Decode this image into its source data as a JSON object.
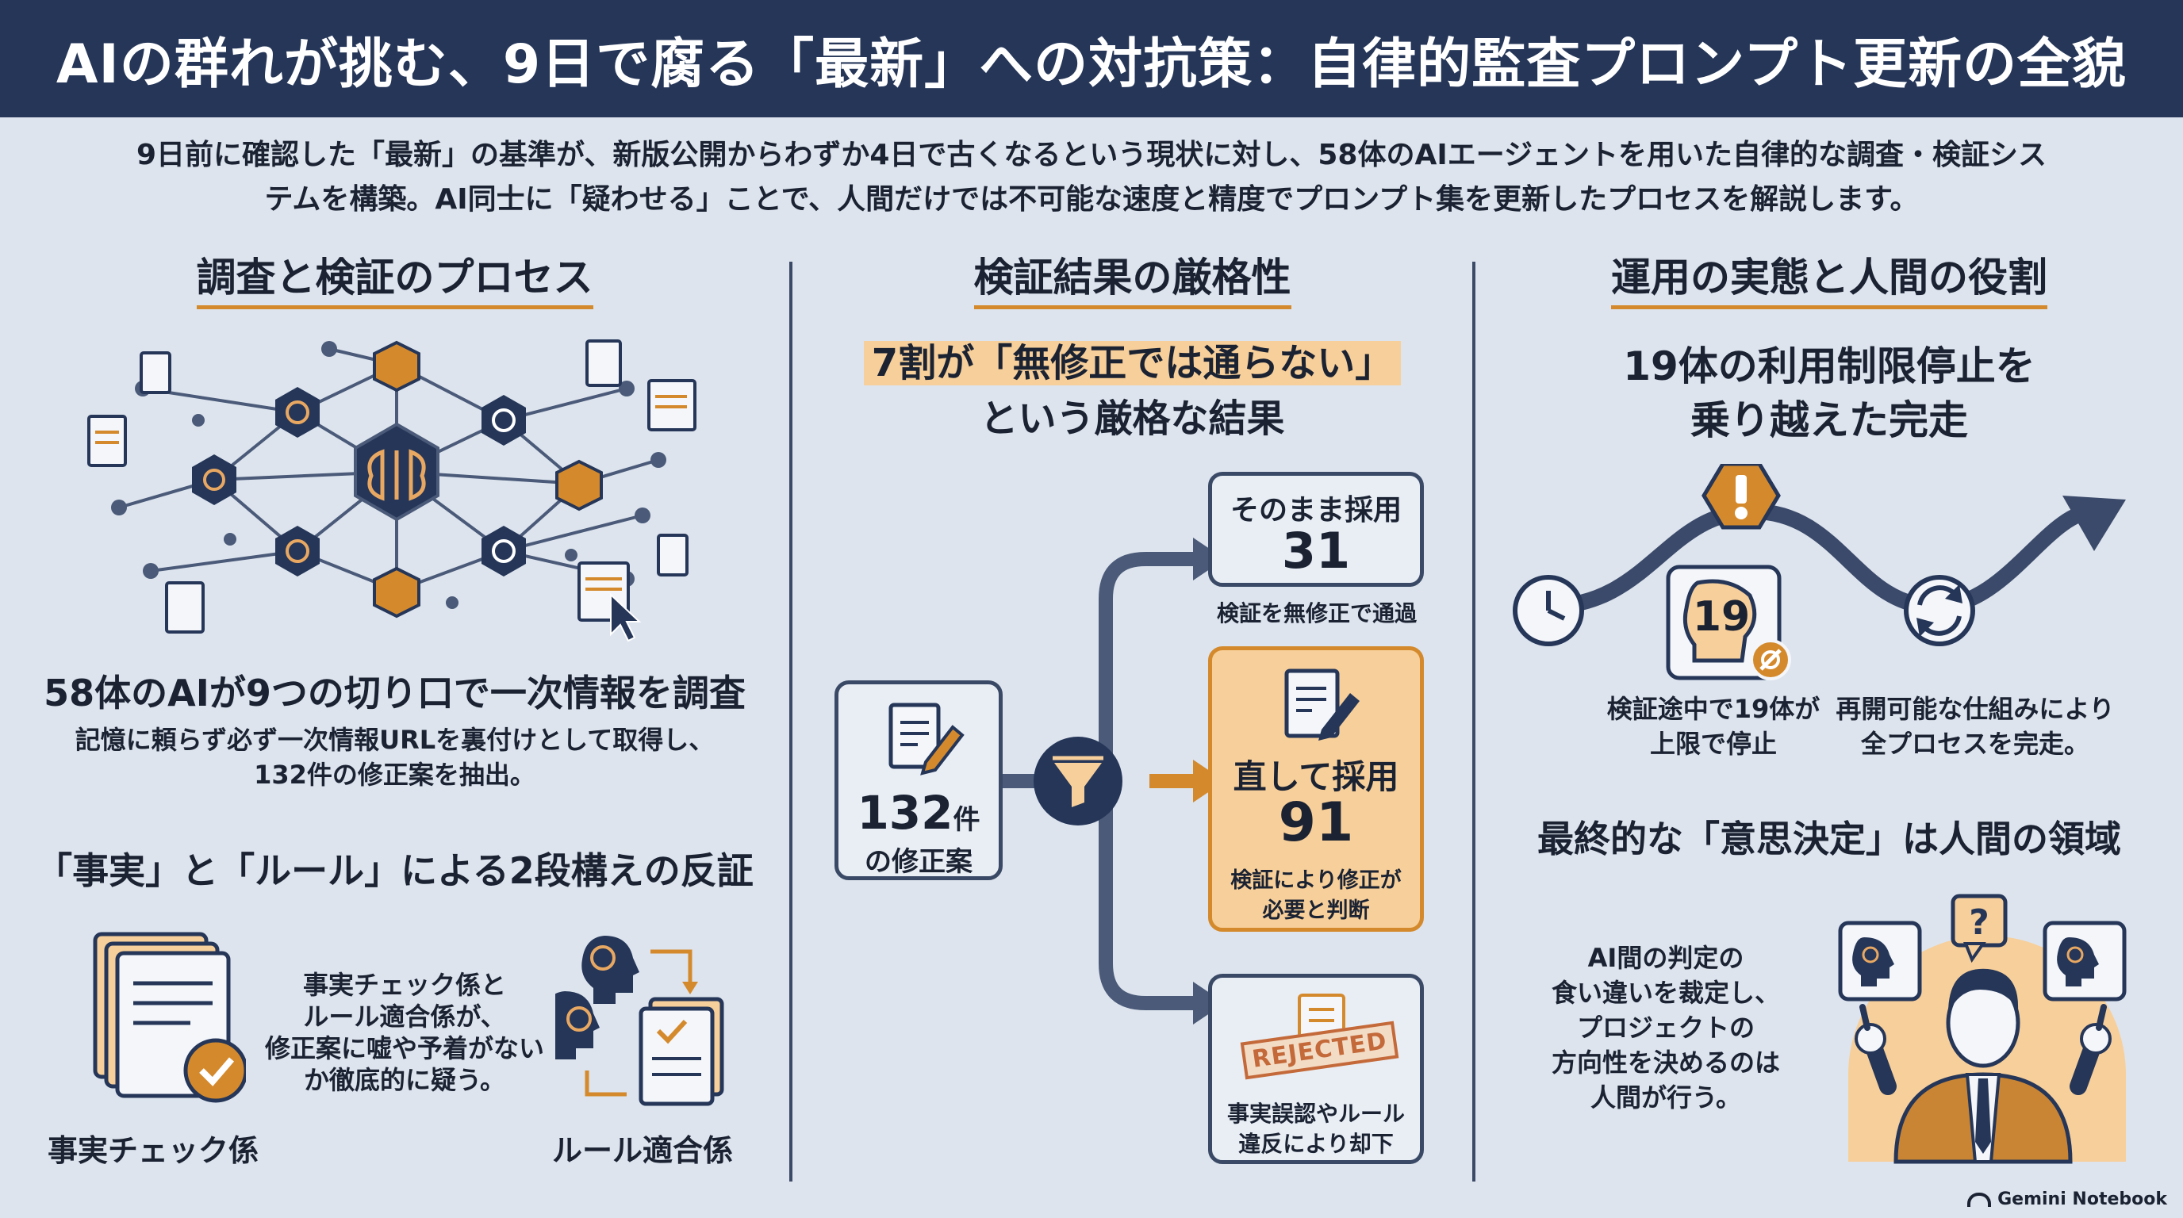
{
  "header": {
    "title": "AIの群れが挑む、9日で腐る「最新」への対抗策：自律的監査プロンプト更新の全貌"
  },
  "intro": {
    "line1": "9日前に確認した「最新」の基準が、新版公開からわずか4日で古くなるという現状に対し、58体のAIエージェントを用いた自律的な調査・検証シス",
    "line2": "テムを構築。AI同士に「疑わせる」ことで、人間だけでは不可能な速度と精度でプロンプト集を更新したプロセスを解説します。"
  },
  "left": {
    "title": "調査と検証のプロセス",
    "headline": "58体のAIが9つの切り口で一次情報を調査",
    "desc1": "記憶に頼らず必ず一次情報URLを裏付けとして取得し、",
    "desc2": "132件の修正案を抽出。",
    "subtitle": "「事実」と「ルール」による2段構えの反証",
    "mid1": "事実チェック係と",
    "mid2": "ルール適合係が、",
    "mid3": "修正案に嘘や予着がない",
    "mid4": "か徹底的に疑う。",
    "fact_label": "事実チェック係",
    "rule_label": "ルール適合係"
  },
  "middle": {
    "title": "検証結果の厳格性",
    "result1": "7割が「無修正では通らない」",
    "result2": "という厳格な結果",
    "input_num": "132",
    "input_unit": "件",
    "input_label": "の修正案",
    "out1_label": "そのまま採用",
    "out1_num": "31",
    "out1_desc": "検証を無修正で通過",
    "out2_label": "直して採用",
    "out2_num": "91",
    "out2_desc1": "検証により修正が",
    "out2_desc2": "必要と判断",
    "rejected_stamp": "REJECTED",
    "out3_desc1": "事実誤認やルール",
    "out3_desc2": "違反により却下"
  },
  "right": {
    "title": "運用の実態と人間の役割",
    "headline1": "19体の利用制限停止を",
    "headline2": "乗り越えた完走",
    "badge_num": "19",
    "stop1": "検証途中で19体が",
    "stop2": "上限で停止",
    "resume1": "再開可能な仕組みにより",
    "resume2": "全プロセスを完走。",
    "subtitle": "最終的な「意思決定」は人間の領域",
    "human1": "AI間の判定の",
    "human2": "食い違いを裁定し、",
    "human3": "プロジェクトの",
    "human4": "方向性を決めるのは",
    "human5": "人間が行う。",
    "question_mark": "?"
  },
  "footer": {
    "brand": "Gemini Notebook"
  },
  "colors": {
    "navy": "#253658",
    "accent": "#d48a2c",
    "peach": "#f7cf9a",
    "background": "#dde4ee"
  },
  "chart_data": {
    "type": "table",
    "total": 132,
    "categories": [
      "そのまま採用",
      "直して採用"
    ],
    "values": [
      31,
      91
    ]
  }
}
